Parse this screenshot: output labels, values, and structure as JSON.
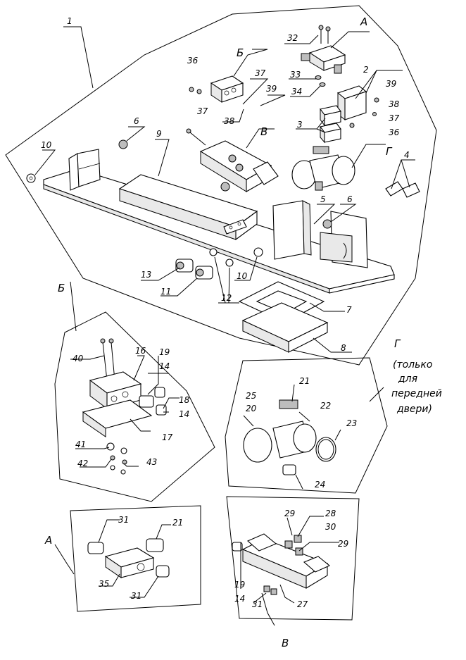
{
  "labels": {
    "n1": "1",
    "n2": "2",
    "n3": "3",
    "n4": "4",
    "n5": "5",
    "n6a": "6",
    "n6b": "6",
    "n7": "7",
    "n8": "8",
    "n9": "9",
    "n10a": "10",
    "n10b": "10",
    "n11": "11",
    "n12": "12",
    "n13": "13",
    "n14a": "14",
    "n14b": "14",
    "n14c": "14",
    "n16": "16",
    "n17": "17",
    "n18": "18",
    "n19a": "19",
    "n19b": "19",
    "n20": "20",
    "n21a": "21",
    "n21b": "21",
    "n22": "22",
    "n23": "23",
    "n24": "24",
    "n25": "25",
    "n27": "27",
    "n28": "28",
    "n29a": "29",
    "n29b": "29",
    "n30": "30",
    "n31a": "31",
    "n31b": "31",
    "n31c": "31",
    "n32": "32",
    "n33": "33",
    "n34": "34",
    "n35": "35",
    "n36a": "36",
    "n36b": "36",
    "n37a": "37",
    "n37b": "37",
    "n37c": "37",
    "n38a": "38",
    "n38b": "38",
    "n39a": "39",
    "n39b": "39",
    "n40": "40",
    "n41": "41",
    "n42": "42",
    "n43": "43"
  },
  "views": {
    "A_top": "А",
    "B_top": "Б",
    "V_top": "В",
    "G_top": "Г",
    "B_view": "Б",
    "G_view": "Г",
    "A_view": "А",
    "V_view": "В"
  },
  "note": [
    "(только",
    "для",
    "передней",
    "двери)"
  ]
}
